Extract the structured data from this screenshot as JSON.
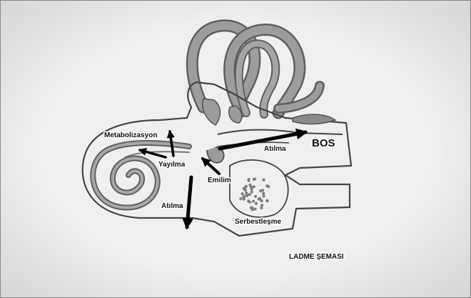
{
  "diagram": {
    "labels": {
      "metabolism": "Metabolizasyon",
      "diffusion": "Yayılma",
      "absorption": "Emilim",
      "excretion_csf": "Atılma",
      "csf": "BOS",
      "excretion_down": "Atılma",
      "release": "Serbestleşme",
      "caption": "LADME ŞEMASI"
    }
  }
}
